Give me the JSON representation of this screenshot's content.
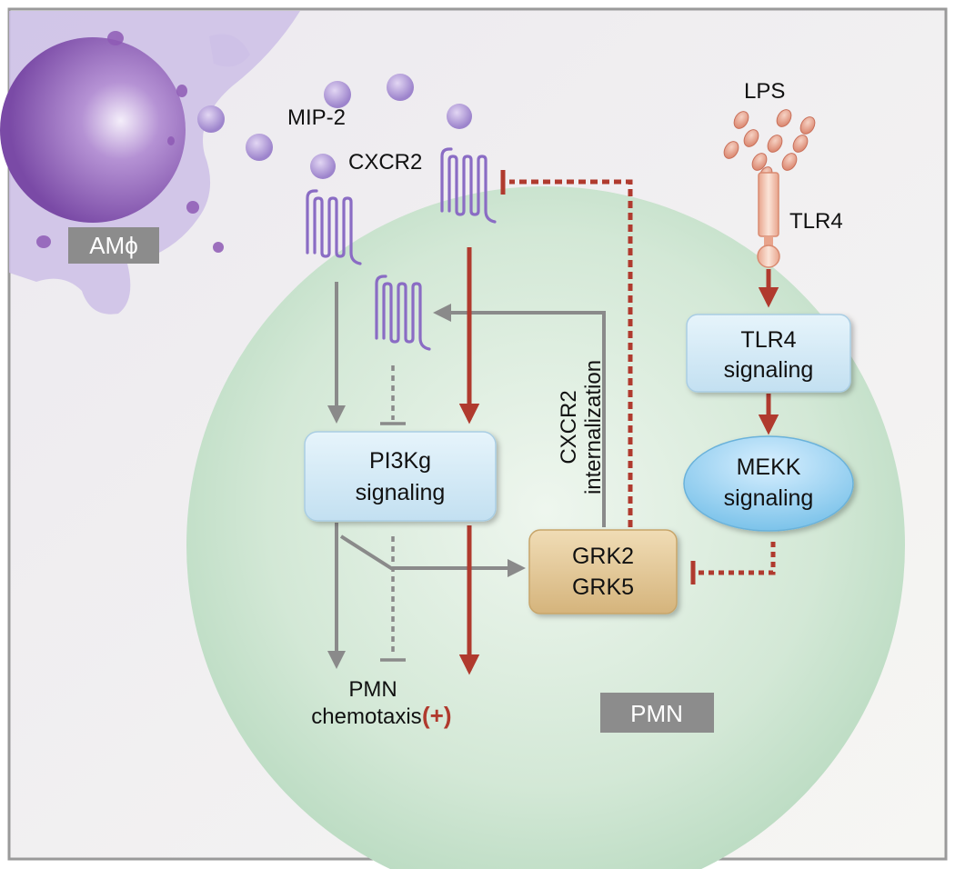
{
  "labels": {
    "am_phi": "AMϕ",
    "mip2": "MIP-2",
    "cxcr2": "CXCR2",
    "lps": "LPS",
    "tlr4": "TLR4",
    "pi3k_line1": "PI3Kg",
    "pi3k_line2": "signaling",
    "tlr4sig_line1": "TLR4",
    "tlr4sig_line2": "signaling",
    "mekk_line1": "MEKK",
    "mekk_line2": "signaling",
    "grk_line1": "GRK2",
    "grk_line2": "GRK5",
    "internalization_line1": "CXCR2",
    "internalization_line2": "internalization",
    "pmn_chemo_line1": "PMN",
    "pmn_chemo_line2": "chemotaxis",
    "plus": "(+)",
    "pmn_tag": "PMN"
  },
  "colors": {
    "red": "#b03a2e",
    "gray": "#8a8a8a",
    "receptor": "#8a6cc4",
    "cell": "#cfe5d3",
    "macrophage": "#cdbfe6",
    "nucleus": "#8e5ab5",
    "blue_box": "#d6ebf7",
    "tan_box": "#e2c89a",
    "tag": "#8c8c8c"
  }
}
